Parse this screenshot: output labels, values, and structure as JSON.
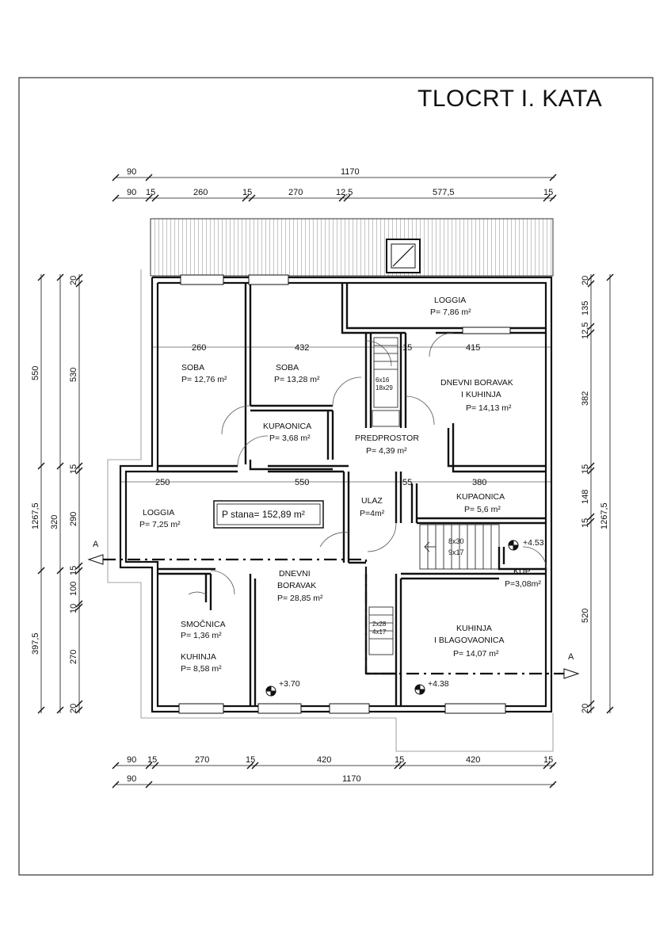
{
  "title": "TLOCRT I. KATA",
  "dims_top": {
    "overall_offset": "90",
    "overall": "1170",
    "row2": [
      "90",
      "15",
      "260",
      "15",
      "270",
      "12,5",
      "577,5",
      "15"
    ]
  },
  "dims_bottom": {
    "row1": [
      "90",
      "15",
      "270",
      "15",
      "420",
      "15",
      "420",
      "15"
    ],
    "overall_offset": "90",
    "overall": "1170"
  },
  "dims_left": {
    "outer": [
      "550",
      "1267,5",
      "397,5"
    ],
    "inner": [
      "20",
      "530",
      "15",
      "290",
      "15",
      "100",
      "10",
      "270",
      "20"
    ]
  },
  "dims_right": {
    "outer": "1267,5",
    "inner": [
      "20",
      "135",
      "12,5",
      "382",
      "15",
      "148",
      "15",
      "520",
      "20"
    ]
  },
  "interior_dims": [
    "260",
    "432",
    "15",
    "415",
    "250",
    "550",
    "55",
    "380"
  ],
  "rooms": [
    {
      "name": "SOBA",
      "area": "P= 12,76 m²"
    },
    {
      "name": "SOBA",
      "area": "P= 13,28 m²"
    },
    {
      "name": "LOGGIA",
      "area": "P= 7,86 m²"
    },
    {
      "name": "DNEVNI BORAVAK",
      "name2": "I KUHINJA",
      "area": "P= 14,13 m²"
    },
    {
      "name": "KUPAONICA",
      "area": "P= 3,68 m²"
    },
    {
      "name": "PREDPROSTOR",
      "area": "P= 4,39 m²"
    },
    {
      "name": "KUPAONICA",
      "area": "P= 5,6 m²"
    },
    {
      "name": "LOGGIA",
      "area": "P= 7,25 m²"
    },
    {
      "name": "ULAZ",
      "area": "P=4m²"
    },
    {
      "name": "KUP.",
      "area": "P=3,08m²"
    },
    {
      "name": "DNEVNI",
      "name2": "BORAVAK",
      "area": "P= 28,85 m²"
    },
    {
      "name": "SMOČNICA",
      "area": "P= 1,36 m²"
    },
    {
      "name": "KUHINJA",
      "area": "P= 8,58 m²"
    },
    {
      "name": "KUHINJA",
      "name2": "I BLAGOVAONICA",
      "area": "P= 14,07 m²"
    }
  ],
  "total_area": "P stana= 152,89 m²",
  "levels": [
    "+4.53",
    "+3.70",
    "+4.38"
  ],
  "stairs": [
    "8x30",
    "9x17",
    "2x28",
    "4x17",
    "6x16",
    "18x29"
  ],
  "section_label": "A",
  "colors": {
    "line": "#111111",
    "paper": "#ffffff"
  }
}
